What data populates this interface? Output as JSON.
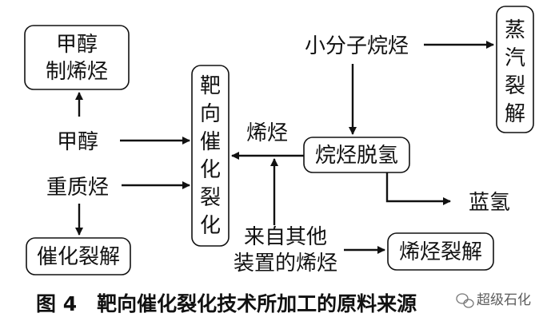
{
  "nodes": {
    "methanol_to_olefins": {
      "line1": "甲醇",
      "line2": "制烯烃"
    },
    "methanol": "甲醇",
    "heavy_hydrocarbon": "重质烃",
    "catalytic_cracking": "催化裂解",
    "targeted_catalytic_cracking": [
      "靶",
      "向",
      "催",
      "化",
      "裂",
      "化"
    ],
    "olefins_label": "烯烃",
    "small_molecule_alkanes": "小分子烷烃",
    "steam_cracking": [
      "蒸",
      "汽",
      "裂",
      "解"
    ],
    "alkane_dehydrogenation": "烷烃脱氢",
    "blue_hydrogen": "蓝氢",
    "olefins_from_other_units": {
      "line1": "来自其他",
      "line2": "装置的烯烃"
    },
    "olefin_cracking": "烯烃裂解"
  },
  "caption": "图 4　靶向催化裂化技术所加工的原料来源",
  "watermark": "超级石化",
  "icons": {
    "watermark_icon": "wechat-icon"
  }
}
